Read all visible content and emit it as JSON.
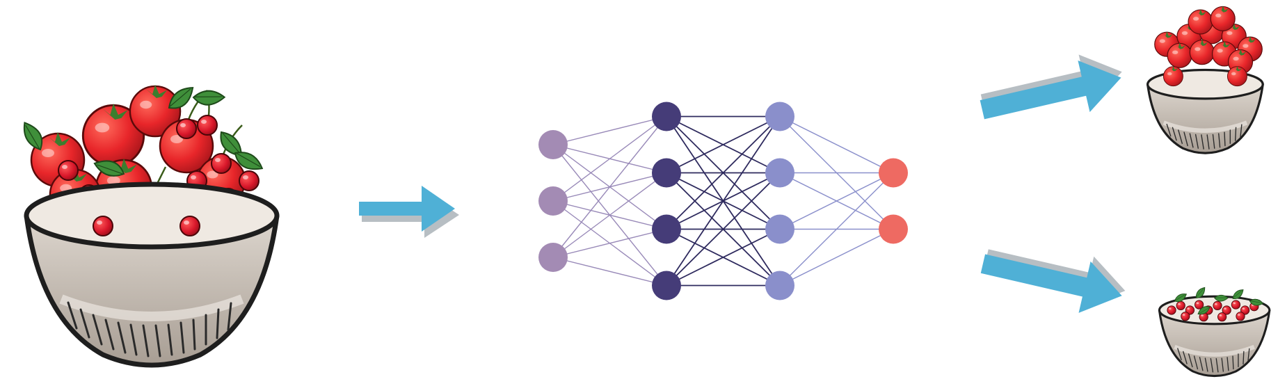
{
  "diagram": {
    "input_illustration": "bowl-of-tomatoes-and-cherries",
    "output_illustrations": [
      "bowl-of-tomatoes",
      "bowl-of-cherries"
    ],
    "arrow_icon": "right-arrow-icon",
    "colors": {
      "arrow_fill": "#4FB0D6",
      "arrow_shadow": "#B7BEC3",
      "input_node": "#A38BB4",
      "hidden1_node": "#453C78",
      "hidden2_node": "#8A8FCB",
      "output_node": "#EE6A62",
      "edges_input": "#9889B8",
      "edges_hidden": "#2E2A5E",
      "edges_hidden2": "#8A8FCB",
      "tomato_red": "#E8262A",
      "leaf_green": "#3F8F3A",
      "bowl_body": "#C9C0B6",
      "bowl_outline": "#1E1E1E"
    },
    "network": {
      "layers": [
        3,
        4,
        4,
        2
      ]
    }
  }
}
